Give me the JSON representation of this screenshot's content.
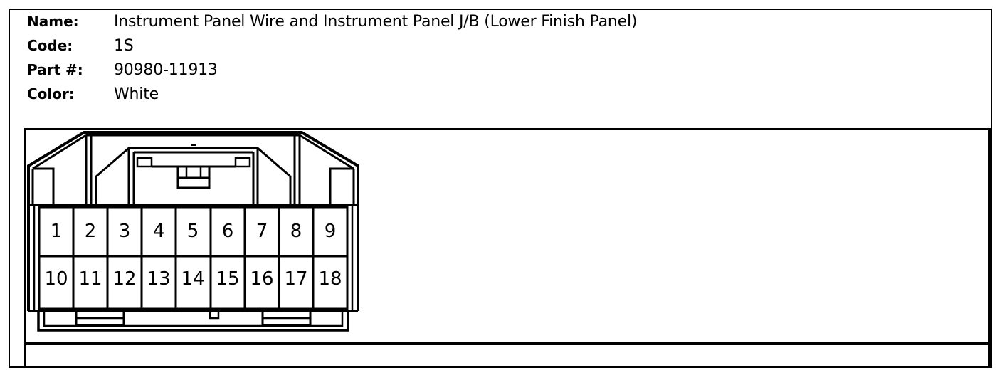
{
  "info": {
    "rows": [
      {
        "label": "Name:",
        "value": "Instrument Panel Wire and Instrument Panel J/B (Lower Finish Panel)"
      },
      {
        "label": "Code:",
        "value": "1S"
      },
      {
        "label": "Part #:",
        "value": "90980-11913"
      },
      {
        "label": "Color:",
        "value": "White"
      }
    ]
  },
  "connector": {
    "pins_row1": [
      "1",
      "2",
      "3",
      "4",
      "5",
      "6",
      "7",
      "8",
      "9"
    ],
    "pins_row2": [
      "10",
      "11",
      "12",
      "13",
      "14",
      "15",
      "16",
      "17",
      "18"
    ]
  }
}
